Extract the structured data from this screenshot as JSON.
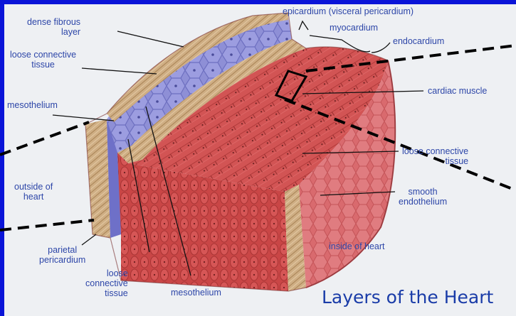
{
  "title": "Layers of the Heart",
  "labels": {
    "dense_fibrous_layer": [
      "dense fibrous",
      "layer"
    ],
    "loose_connective_tissue_top": [
      "loose connective",
      "tissue"
    ],
    "mesothelium_left": "mesothelium",
    "outside_of_heart": [
      "outside of",
      "heart"
    ],
    "parietal_pericardium": [
      "parietal",
      "pericardium"
    ],
    "loose_connective_tissue_bottom": [
      "loose",
      "connective",
      "tissue"
    ],
    "mesothelium_bottom": "mesothelium",
    "epicardium": "epicardium (visceral pericardium)",
    "myocardium": "myocardium",
    "endocardium": "endocardium",
    "cardiac_muscle": "cardiac muscle",
    "loose_connective_tissue_right": [
      "loose connective",
      "tissue"
    ],
    "smooth_endothelium": [
      "smooth",
      "endothelium"
    ],
    "inside_of_heart": "inside of heart"
  },
  "colors": {
    "frame": "#0a14d8",
    "background": "#eef0f3",
    "label_text": "#2d46a8",
    "title_text": "#1a3ca8",
    "myocardium": "#cf4a4a",
    "epicardium_cells": "#8e8fd6",
    "fibrous_layer": "#c9a57a",
    "leader_lines": "#111111"
  }
}
